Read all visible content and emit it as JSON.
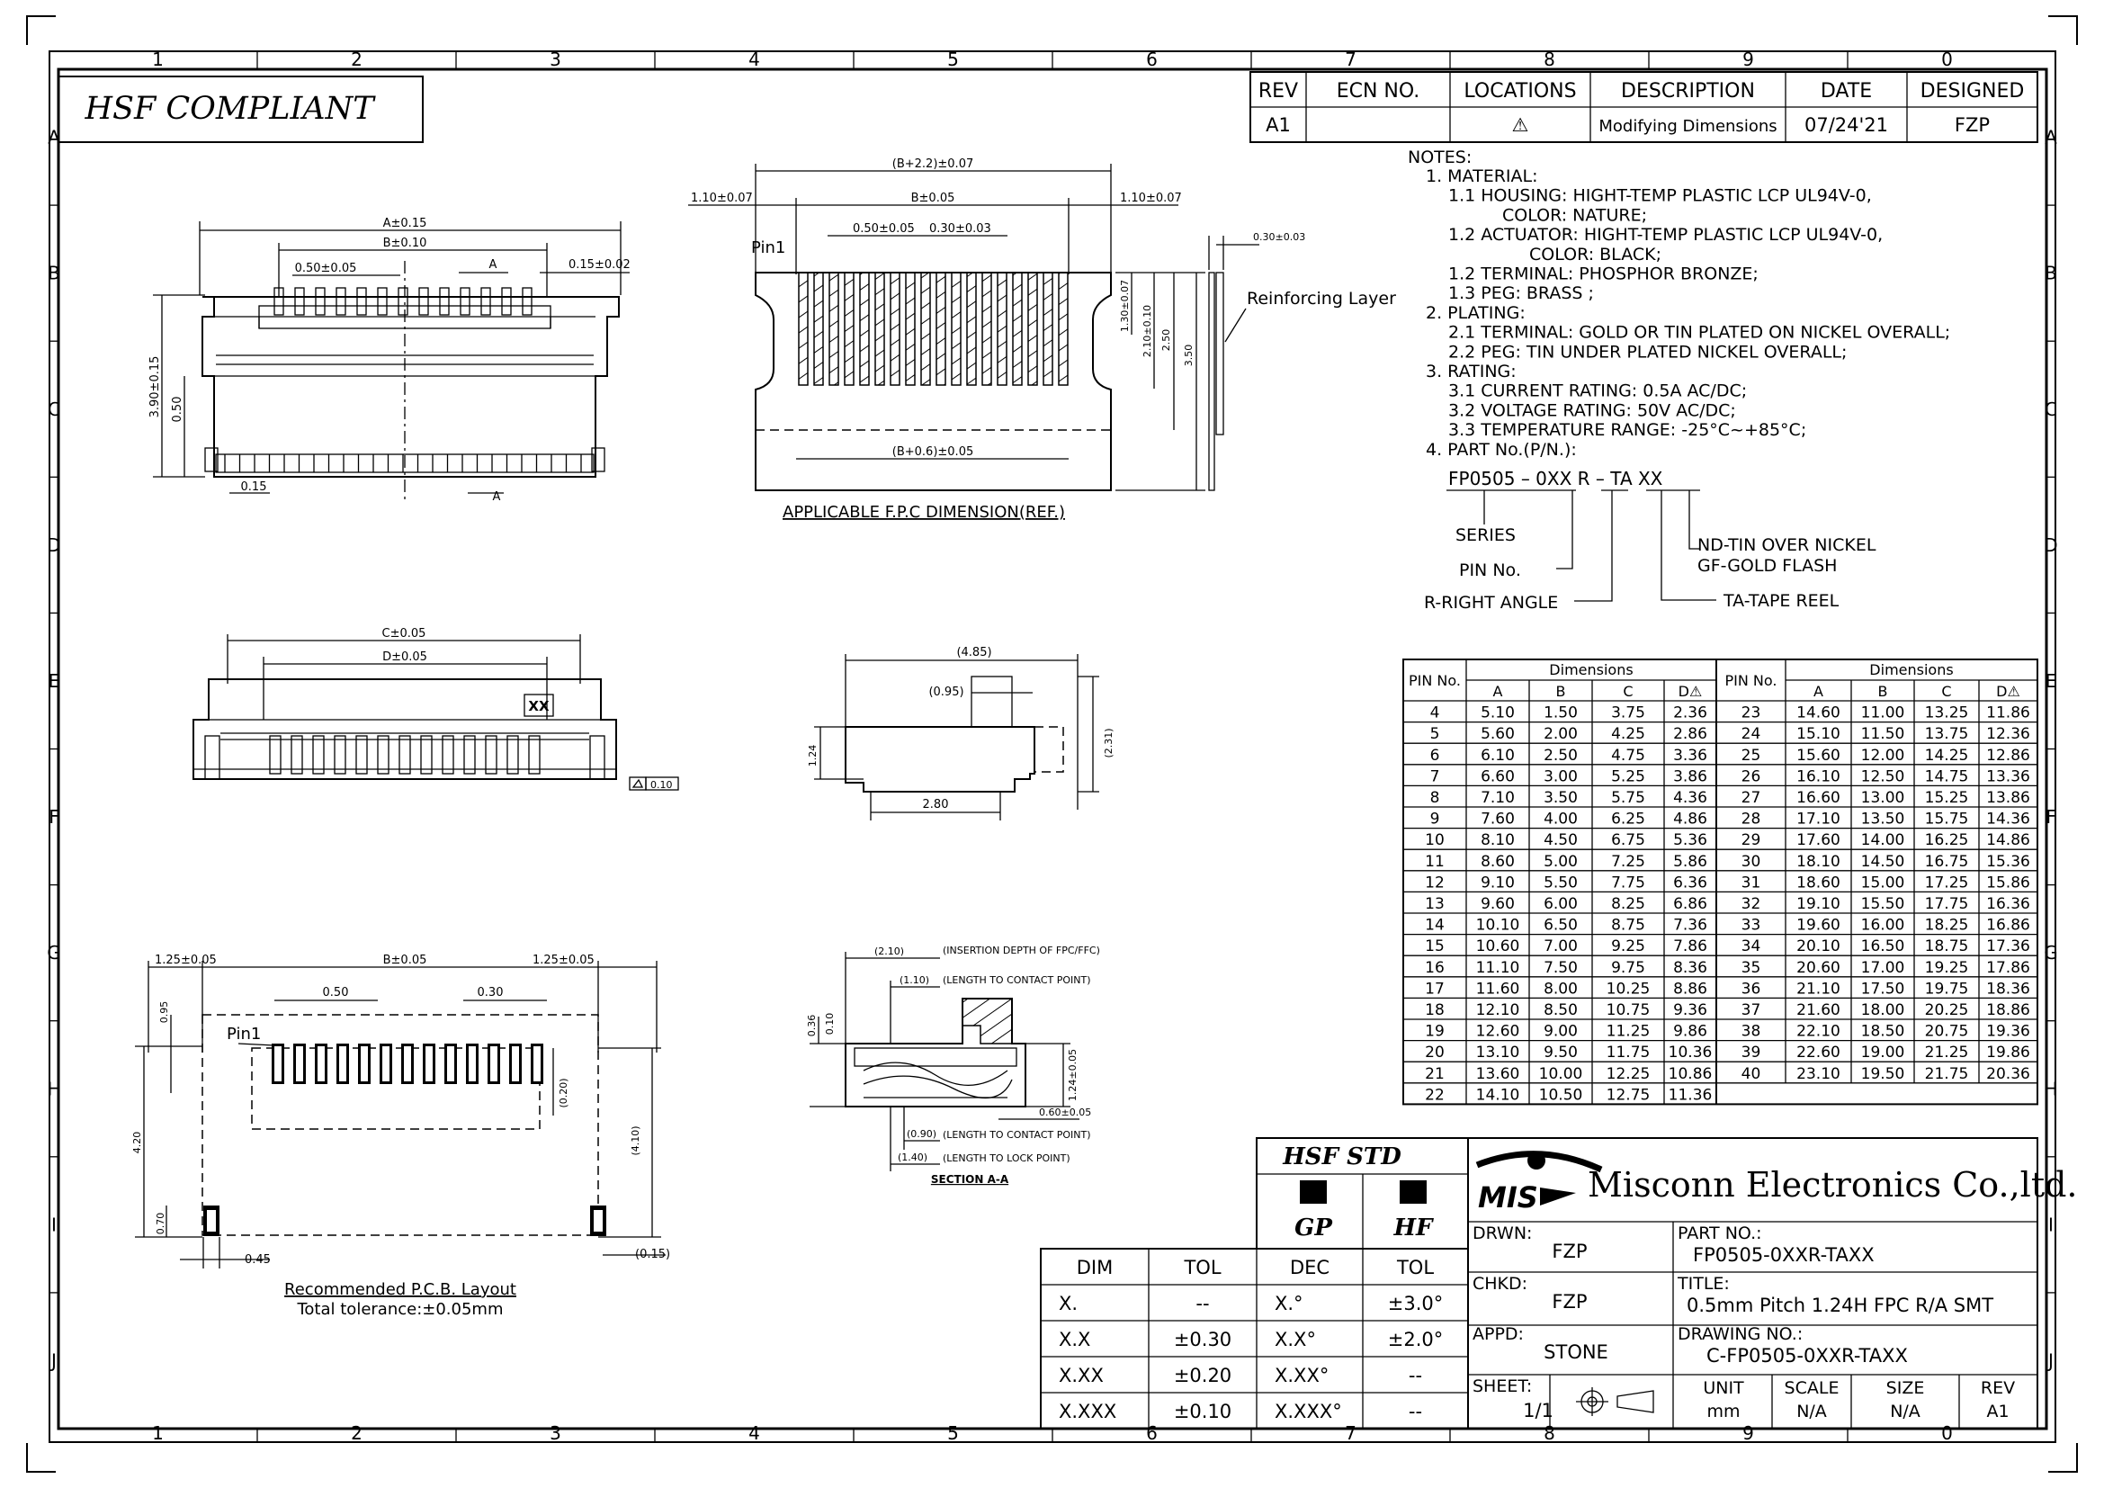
{
  "border": {
    "cols": [
      "1",
      "2",
      "3",
      "4",
      "5",
      "6",
      "7",
      "8",
      "9",
      "0"
    ],
    "rows": [
      "A",
      "B",
      "C",
      "D",
      "E",
      "F",
      "G",
      "H",
      "I",
      "J"
    ]
  },
  "compliance_label": "HSF COMPLIANT",
  "revision_table": {
    "headers": [
      "REV",
      "ECN NO.",
      "LOCATIONS",
      "DESCRIPTION",
      "DATE",
      "DESIGNED"
    ],
    "row": [
      "A1",
      "",
      "⚠",
      "Modifying Dimensions",
      "07/24'21",
      "FZP"
    ]
  },
  "notes": {
    "heading": "NOTES:",
    "lines": [
      "1. MATERIAL:",
      "1.1 HOUSING: HIGHT-TEMP PLASTIC LCP UL94V-0,",
      "COLOR: NATURE;",
      "1.2 ACTUATOR: HIGHT-TEMP PLASTIC LCP UL94V-0,",
      "COLOR: BLACK;",
      "1.2 TERMINAL: PHOSPHOR BRONZE;",
      "1.3 PEG: BRASS ;",
      "2. PLATING:",
      "2.1 TERMINAL: GOLD OR TIN PLATED ON NICKEL OVERALL;",
      "2.2 PEG: TIN UNDER PLATED NICKEL OVERALL;",
      "3. RATING:",
      "3.1 CURRENT RATING: 0.5A AC/DC;",
      "3.2 VOLTAGE RATING: 50V AC/DC;",
      "3.3 TEMPERATURE RANGE: -25°C~+85°C;",
      "4. PART No.(P/N.):"
    ]
  },
  "part_number_legend": {
    "pn_parts": [
      "FP0505",
      "-",
      "0XX",
      "R",
      "-",
      "TA",
      "XX"
    ],
    "series": "SERIES",
    "pin_no": "PIN No.",
    "right_angle": "R-RIGHT ANGLE",
    "plating_1": "ND-TIN OVER NICKEL",
    "plating_2": "GF-GOLD FLASH",
    "tape_reel": "TA-TAPE REEL"
  },
  "top_view": {
    "labels": [
      "A±0.15",
      "B±0.10",
      "0.50±0.05",
      "A",
      "0.15±0.02",
      "3.90±0.15",
      "0.50",
      "0.15",
      "A"
    ]
  },
  "fpc_view": {
    "title": "APPLICABLE F.P.C DIMENSION(REF.)",
    "labels": [
      "(B+2.2)±0.07",
      "B±0.05",
      "1.10±0.07",
      "1.10±0.07",
      "0.50±0.05",
      "0.30±0.03",
      "Pin1",
      "1.30±0.07",
      "2.10±0.10",
      "2.50",
      "3.50",
      "(B+0.6)±0.05",
      "0.30±0.03"
    ],
    "reinforcing": "Reinforcing Layer"
  },
  "front_view": {
    "labels": [
      "C±0.05",
      "D±0.05",
      "XX",
      "0.10"
    ]
  },
  "side_view": {
    "labels": [
      "(4.85)",
      "(0.95)",
      "1.24",
      "2.80",
      "(2.31)"
    ]
  },
  "pcb_layout": {
    "labels": [
      "1.25±0.05",
      "B±0.05",
      "1.25±0.05",
      "0.50",
      "0.30",
      "0.95",
      "Pin1",
      "(0.20)",
      "4.20",
      "(4.10)",
      "0.70",
      "0.45",
      "(0.15)"
    ],
    "title": "Recommended P.C.B. Layout",
    "tolerance": "Total tolerance:±0.05mm"
  },
  "section_view": {
    "labels": [
      "(2.10)",
      "(INSERTION DEPTH OF FPC/FFC)",
      "(1.10)",
      "(LENGTH TO CONTACT POINT)",
      "0.36",
      "0.10",
      "1.24±0.05",
      "0.60±0.05",
      "(0.90)",
      "(LENGTH TO CONTACT POINT)",
      "(1.40)",
      "(LENGTH TO LOCK POINT)"
    ],
    "title": "SECTION A-A"
  },
  "dimension_table": {
    "pin_header": "PIN No.",
    "dims_header": "Dimensions",
    "cols": [
      "A",
      "B",
      "C",
      "D⚠"
    ],
    "left": [
      [
        "4",
        "5.10",
        "1.50",
        "3.75",
        "2.36"
      ],
      [
        "5",
        "5.60",
        "2.00",
        "4.25",
        "2.86"
      ],
      [
        "6",
        "6.10",
        "2.50",
        "4.75",
        "3.36"
      ],
      [
        "7",
        "6.60",
        "3.00",
        "5.25",
        "3.86"
      ],
      [
        "8",
        "7.10",
        "3.50",
        "5.75",
        "4.36"
      ],
      [
        "9",
        "7.60",
        "4.00",
        "6.25",
        "4.86"
      ],
      [
        "10",
        "8.10",
        "4.50",
        "6.75",
        "5.36"
      ],
      [
        "11",
        "8.60",
        "5.00",
        "7.25",
        "5.86"
      ],
      [
        "12",
        "9.10",
        "5.50",
        "7.75",
        "6.36"
      ],
      [
        "13",
        "9.60",
        "6.00",
        "8.25",
        "6.86"
      ],
      [
        "14",
        "10.10",
        "6.50",
        "8.75",
        "7.36"
      ],
      [
        "15",
        "10.60",
        "7.00",
        "9.25",
        "7.86"
      ],
      [
        "16",
        "11.10",
        "7.50",
        "9.75",
        "8.36"
      ],
      [
        "17",
        "11.60",
        "8.00",
        "10.25",
        "8.86"
      ],
      [
        "18",
        "12.10",
        "8.50",
        "10.75",
        "9.36"
      ],
      [
        "19",
        "12.60",
        "9.00",
        "11.25",
        "9.86"
      ],
      [
        "20",
        "13.10",
        "9.50",
        "11.75",
        "10.36"
      ],
      [
        "21",
        "13.60",
        "10.00",
        "12.25",
        "10.86"
      ],
      [
        "22",
        "14.10",
        "10.50",
        "12.75",
        "11.36"
      ]
    ],
    "right": [
      [
        "23",
        "14.60",
        "11.00",
        "13.25",
        "11.86"
      ],
      [
        "24",
        "15.10",
        "11.50",
        "13.75",
        "12.36"
      ],
      [
        "25",
        "15.60",
        "12.00",
        "14.25",
        "12.86"
      ],
      [
        "26",
        "16.10",
        "12.50",
        "14.75",
        "13.36"
      ],
      [
        "27",
        "16.60",
        "13.00",
        "15.25",
        "13.86"
      ],
      [
        "28",
        "17.10",
        "13.50",
        "15.75",
        "14.36"
      ],
      [
        "29",
        "17.60",
        "14.00",
        "16.25",
        "14.86"
      ],
      [
        "30",
        "18.10",
        "14.50",
        "16.75",
        "15.36"
      ],
      [
        "31",
        "18.60",
        "15.00",
        "17.25",
        "15.86"
      ],
      [
        "32",
        "19.10",
        "15.50",
        "17.75",
        "16.36"
      ],
      [
        "33",
        "19.60",
        "16.00",
        "18.25",
        "16.86"
      ],
      [
        "34",
        "20.10",
        "16.50",
        "18.75",
        "17.36"
      ],
      [
        "35",
        "20.60",
        "17.00",
        "19.25",
        "17.86"
      ],
      [
        "36",
        "21.10",
        "17.50",
        "19.75",
        "18.36"
      ],
      [
        "37",
        "21.60",
        "18.00",
        "20.25",
        "18.86"
      ],
      [
        "38",
        "22.10",
        "18.50",
        "20.75",
        "19.36"
      ],
      [
        "39",
        "22.60",
        "19.00",
        "21.25",
        "19.86"
      ],
      [
        "40",
        "23.10",
        "19.50",
        "21.75",
        "20.36"
      ]
    ]
  },
  "hsf_std": {
    "title": "HSF STD",
    "gp": "GP",
    "hf": "HF"
  },
  "tolerance_table": {
    "headers": [
      "DIM",
      "TOL",
      "DEC",
      "TOL"
    ],
    "rows": [
      [
        "X.",
        "--",
        "X.°",
        "±3.0°"
      ],
      [
        "X.X",
        "±0.30",
        "X.X°",
        "±2.0°"
      ],
      [
        "X.XX",
        "±0.20",
        "X.XX°",
        "--"
      ],
      [
        "X.XXX",
        "±0.10",
        "X.XXX°",
        "--"
      ]
    ]
  },
  "title_block": {
    "logo": "MIS",
    "company": "Misconn Electronics Co.,ltd.",
    "drwn_label": "DRWN:",
    "drwn": "FZP",
    "part_no_label": "PART NO.:",
    "part_no": "FP0505-0XXR-TAXX",
    "chkd_label": "CHKD:",
    "chkd": "FZP",
    "title_label": "TITLE:",
    "title": "0.5mm Pitch 1.24H FPC R/A SMT",
    "appd_label": "APPD:",
    "appd": "STONE",
    "drawing_no_label": "DRAWING NO.:",
    "drawing_no": "C-FP0505-0XXR-TAXX",
    "sheet_label": "SHEET:",
    "sheet": "1/1",
    "unit_label": "UNIT",
    "unit": "mm",
    "scale_label": "SCALE",
    "scale": "N/A",
    "size_label": "SIZE",
    "size": "N/A",
    "rev_label": "REV",
    "rev": "A1"
  }
}
